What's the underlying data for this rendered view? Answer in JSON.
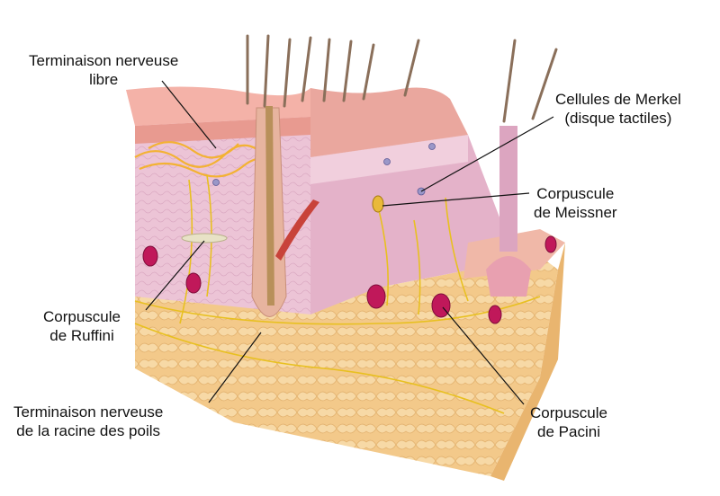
{
  "labels": {
    "free_nerve_ending": {
      "line1": "Terminaison nerveuse",
      "line2": "libre"
    },
    "merkel_cells": {
      "line1": "Cellules de Merkel",
      "line2": "(disque tactiles)"
    },
    "meissner_corpuscle": {
      "line1": "Corpuscule",
      "line2": "de Meissner"
    },
    "ruffini_corpuscle": {
      "line1": "Corpuscule",
      "line2": "de Ruffini"
    },
    "hair_root_nerve_ending": {
      "line1": "Terminaison nerveuse",
      "line2": "de la racine des poils"
    },
    "pacini_corpuscle": {
      "line1": "Corpuscule",
      "line2": "de Pacini"
    }
  },
  "colors": {
    "epidermis": "#f2a9a0",
    "dermis": "#e9bfd3",
    "hypodermis": "#f3c98a",
    "nerve": "#e8c020",
    "corpuscle": "#c0185a",
    "hair": "#8a6f5a",
    "leader_line": "#111111"
  }
}
